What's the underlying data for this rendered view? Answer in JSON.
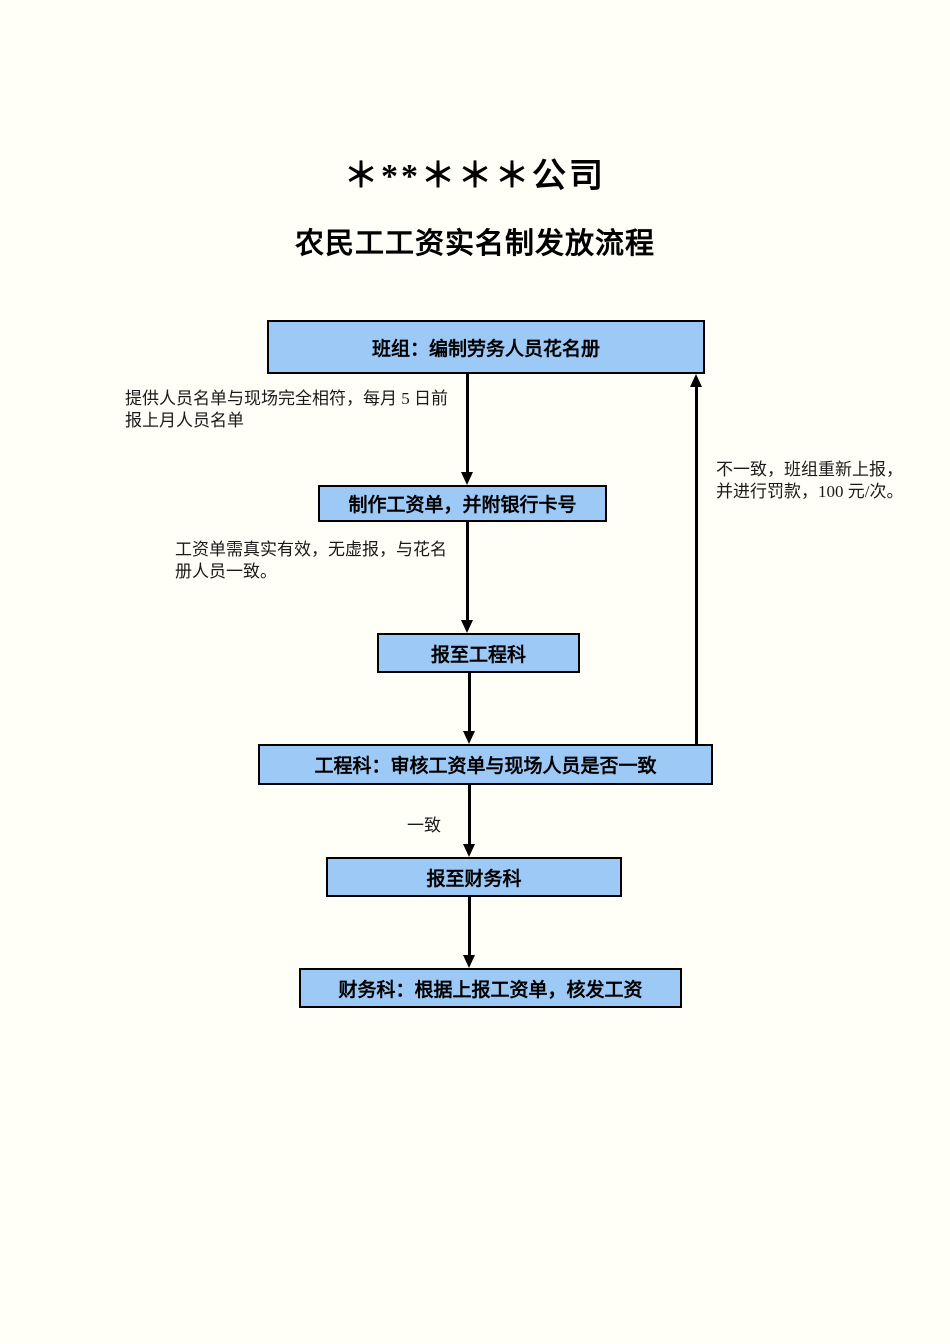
{
  "colors": {
    "page_background": "#FFFFF7",
    "box_fill": "#9DC9F7",
    "line_color": "#000000"
  },
  "titles": {
    "company": "＊**＊＊＊公司",
    "process": "农民工工资实名制发放流程"
  },
  "flowchart": {
    "type": "flowchart",
    "nodes": [
      {
        "id": "team-roster",
        "label": "班组：编制劳务人员花名册"
      },
      {
        "id": "make-payroll",
        "label": "制作工资单，并附银行卡号"
      },
      {
        "id": "report-engineering",
        "label": "报至工程科"
      },
      {
        "id": "engineering-review",
        "label": "工程科：审核工资单与现场人员是否一致"
      },
      {
        "id": "report-finance",
        "label": "报至财务科"
      },
      {
        "id": "finance-pay",
        "label": "财务科：根据上报工资单，核发工资"
      }
    ],
    "edge_labels": {
      "consistent": "一致"
    },
    "annotations": [
      {
        "id": "provide-roster",
        "lines": [
          "提供人员名单与现场完全相符，每月 5 日前",
          "报上月人员名单"
        ]
      },
      {
        "id": "payroll-truthful",
        "lines": [
          "工资单需真实有效，无虚报，与花名",
          "册人员一致。"
        ]
      },
      {
        "id": "inconsistent-penalty",
        "lines": [
          "不一致，班组重新上报，",
          "并进行罚款，100 元/次。"
        ]
      }
    ]
  }
}
